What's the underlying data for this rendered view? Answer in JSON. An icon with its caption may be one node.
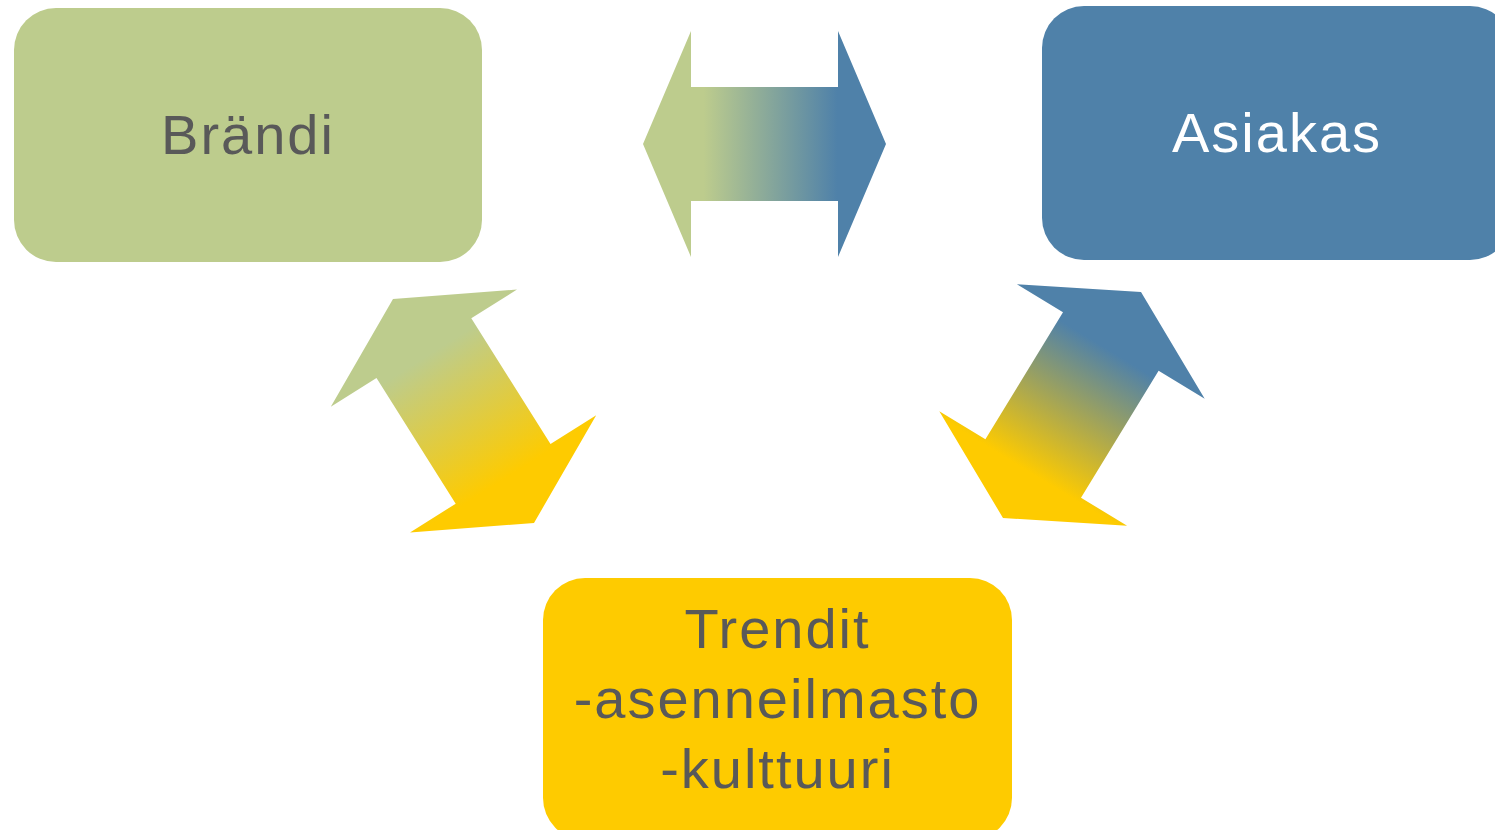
{
  "diagram": {
    "nodes": [
      {
        "text": [
          "Brändi"
        ]
      },
      {
        "text": [
          "Asiakas"
        ]
      },
      {
        "text": [
          "Trendit",
          "-asenneilmasto",
          "-kulttuuri"
        ]
      }
    ],
    "edges": [
      {
        "from": 0,
        "to": 1,
        "arrow": "both"
      },
      {
        "from": 0,
        "to": 2,
        "arrow": "both"
      },
      {
        "from": 1,
        "to": 2,
        "arrow": "both"
      }
    ]
  }
}
